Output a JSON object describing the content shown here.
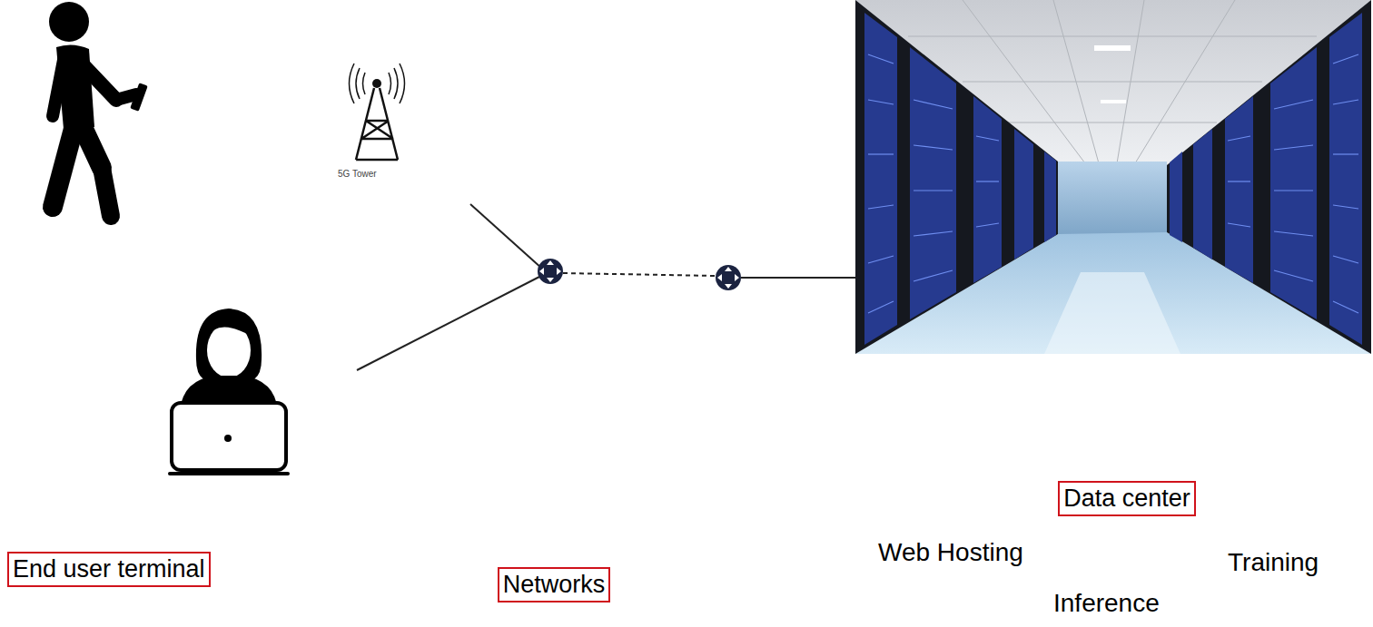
{
  "diagram": {
    "nodes": [
      {
        "text": [
          "End user terminal"
        ]
      },
      {
        "text": [
          "Networks"
        ]
      },
      {
        "text": [
          "Data center"
        ]
      }
    ],
    "labels": [
      "5G Tower",
      "Web Hosting",
      "Training",
      "Inference"
    ]
  }
}
